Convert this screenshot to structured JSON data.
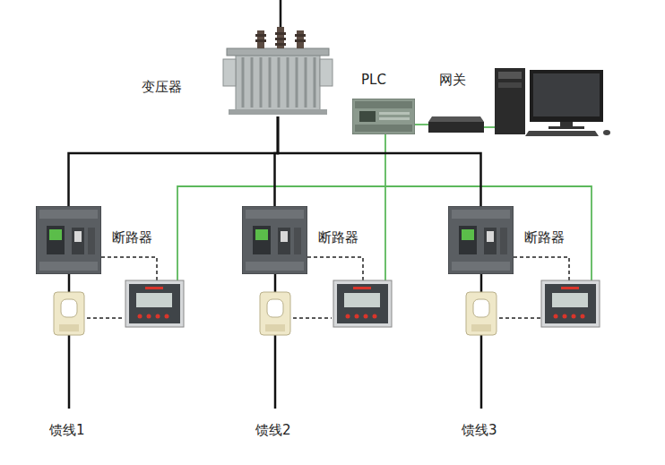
{
  "diagram": {
    "nodes": [
      {
        "text": [
          "变压器"
        ]
      },
      {
        "text": [
          "PLC"
        ]
      },
      {
        "text": [
          "网关"
        ]
      },
      {
        "text": [
          "断路器"
        ]
      },
      {
        "text": [
          "断路器"
        ]
      },
      {
        "text": [
          "断路器"
        ]
      }
    ],
    "edges": [
      {
        "from": 0,
        "to": 3,
        "arrow": "none"
      },
      {
        "from": 0,
        "to": 4,
        "arrow": "none"
      },
      {
        "from": 0,
        "to": 5,
        "arrow": "none"
      },
      {
        "from": 1,
        "to": 2,
        "arrow": "none"
      }
    ],
    "labels": [
      "馈线1",
      "馈线2",
      "馈线3"
    ]
  }
}
